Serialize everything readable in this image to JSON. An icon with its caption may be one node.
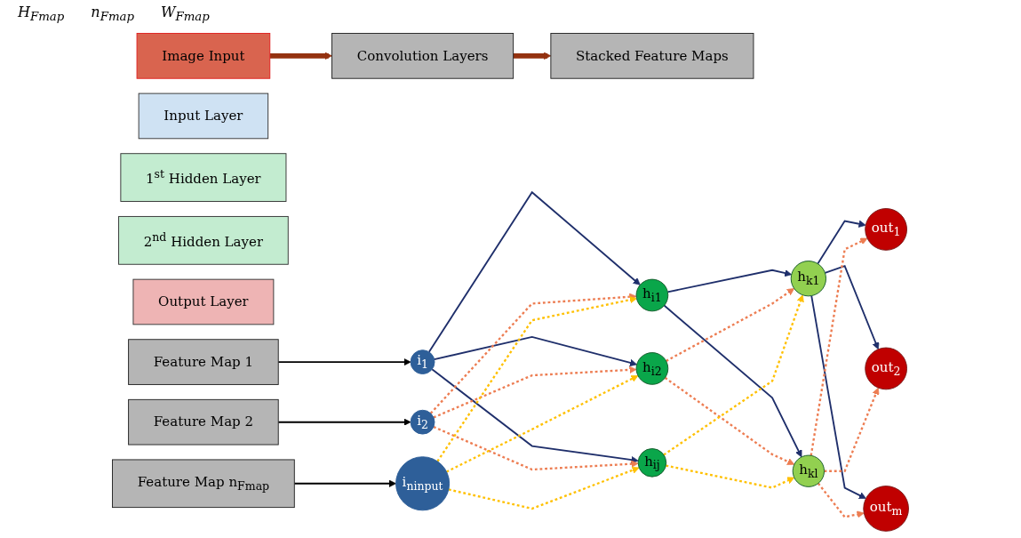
{
  "diagram": {
    "nodes": [
      {
        "text": [
          "Image Input"
        ]
      },
      {
        "text": [
          "Input Layer"
        ]
      },
      {
        "text": [
          "1$^{st}$ Hidden Layer"
        ]
      },
      {
        "text": [
          "2$^{nd}$ Hidden Layer"
        ]
      },
      {
        "text": [
          "Output Layer"
        ]
      },
      {
        "text": [
          "Convolution Layers"
        ]
      },
      {
        "text": [
          "Stacked Feature Maps"
        ]
      },
      {
        "text": [
          "Feature Map 1"
        ]
      },
      {
        "text": [
          "Feature Map 2"
        ]
      },
      {
        "text": [
          "Feature Map n$_{Fmap}$"
        ]
      },
      {
        "text": [
          "i$_{1}$"
        ]
      },
      {
        "text": [
          "i$_{2}$"
        ]
      },
      {
        "text": [
          "i$_{ninput}$"
        ]
      },
      {
        "text": [
          "h$_{i1}$"
        ]
      },
      {
        "text": [
          "h$_{i2}$"
        ]
      },
      {
        "text": [
          "h$_{ij}$"
        ]
      },
      {
        "text": [
          "h$_{k1}$"
        ]
      },
      {
        "text": [
          "h$_{kl}$"
        ]
      },
      {
        "text": [
          "out$_{1}$"
        ]
      },
      {
        "text": [
          "out$_{2}$"
        ]
      },
      {
        "text": [
          "out$_{m}$"
        ]
      }
    ],
    "edges": [
      {
        "from": 0,
        "to": 5,
        "arrow": "to",
        "style": "thick",
        "color": "#943210"
      },
      {
        "from": 5,
        "to": 6,
        "arrow": "to",
        "style": "thick",
        "color": "#943210"
      },
      {
        "from": 7,
        "to": 10,
        "arrow": "to",
        "color": "#000000"
      },
      {
        "from": 8,
        "to": 11,
        "arrow": "to",
        "color": "#000000"
      },
      {
        "from": 9,
        "to": 12,
        "arrow": "to",
        "color": "#000000"
      },
      {
        "from": 10,
        "to": 13,
        "arrow": "to"
      },
      {
        "from": 10,
        "to": 14,
        "arrow": "to"
      },
      {
        "from": 10,
        "to": 15,
        "arrow": "to"
      },
      {
        "from": 11,
        "to": 13,
        "arrow": "to",
        "style": "dashed",
        "color": "#ed7d52"
      },
      {
        "from": 11,
        "to": 14,
        "arrow": "to",
        "style": "dashed",
        "color": "#ed7d52"
      },
      {
        "from": 11,
        "to": 15,
        "arrow": "to",
        "style": "dashed",
        "color": "#ed7d52"
      },
      {
        "from": 12,
        "to": 13,
        "arrow": "to",
        "style": "dashed",
        "color": "#ffc000"
      },
      {
        "from": 12,
        "to": 14,
        "arrow": "to",
        "style": "dashed",
        "color": "#ffc000"
      },
      {
        "from": 12,
        "to": 15,
        "arrow": "to",
        "style": "dashed",
        "color": "#ffc000"
      },
      {
        "from": 13,
        "to": 16,
        "arrow": "to"
      },
      {
        "from": 13,
        "to": 17,
        "arrow": "to"
      },
      {
        "from": 14,
        "to": 16,
        "arrow": "to",
        "style": "dashed",
        "color": "#ed7d52"
      },
      {
        "from": 14,
        "to": 17,
        "arrow": "to",
        "style": "dashed",
        "color": "#ed7d52"
      },
      {
        "from": 15,
        "to": 16,
        "arrow": "to",
        "style": "dashed",
        "color": "#ffc000"
      },
      {
        "from": 15,
        "to": 17,
        "arrow": "to",
        "style": "dashed",
        "color": "#ffc000"
      },
      {
        "from": 16,
        "to": 18,
        "arrow": "to"
      },
      {
        "from": 16,
        "to": 19,
        "arrow": "to"
      },
      {
        "from": 16,
        "to": 20,
        "arrow": "to"
      },
      {
        "from": 17,
        "to": 18,
        "arrow": "to",
        "style": "dashed",
        "color": "#ed7d52"
      },
      {
        "from": 17,
        "to": 19,
        "arrow": "to",
        "style": "dashed",
        "color": "#ed7d52"
      },
      {
        "from": 17,
        "to": 20,
        "arrow": "to",
        "style": "dashed",
        "color": "#ed7d52"
      }
    ],
    "labels": [
      "H$_{Fmap}$",
      "n$_{Fmap}$",
      "W$_{Fmap}$"
    ]
  }
}
